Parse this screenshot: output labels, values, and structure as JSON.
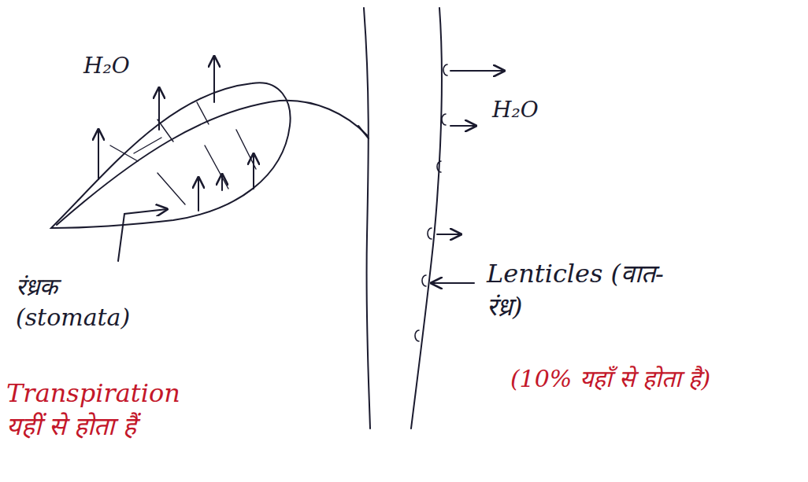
{
  "diagram": {
    "labels": [
      "H₂O",
      "H₂O",
      "रंध्रक (stomata)",
      "Transpiration यहीं से होता हैं",
      "Lenticles (वात-रंध्र)",
      "(10% यहाँ से होता है)"
    ]
  }
}
